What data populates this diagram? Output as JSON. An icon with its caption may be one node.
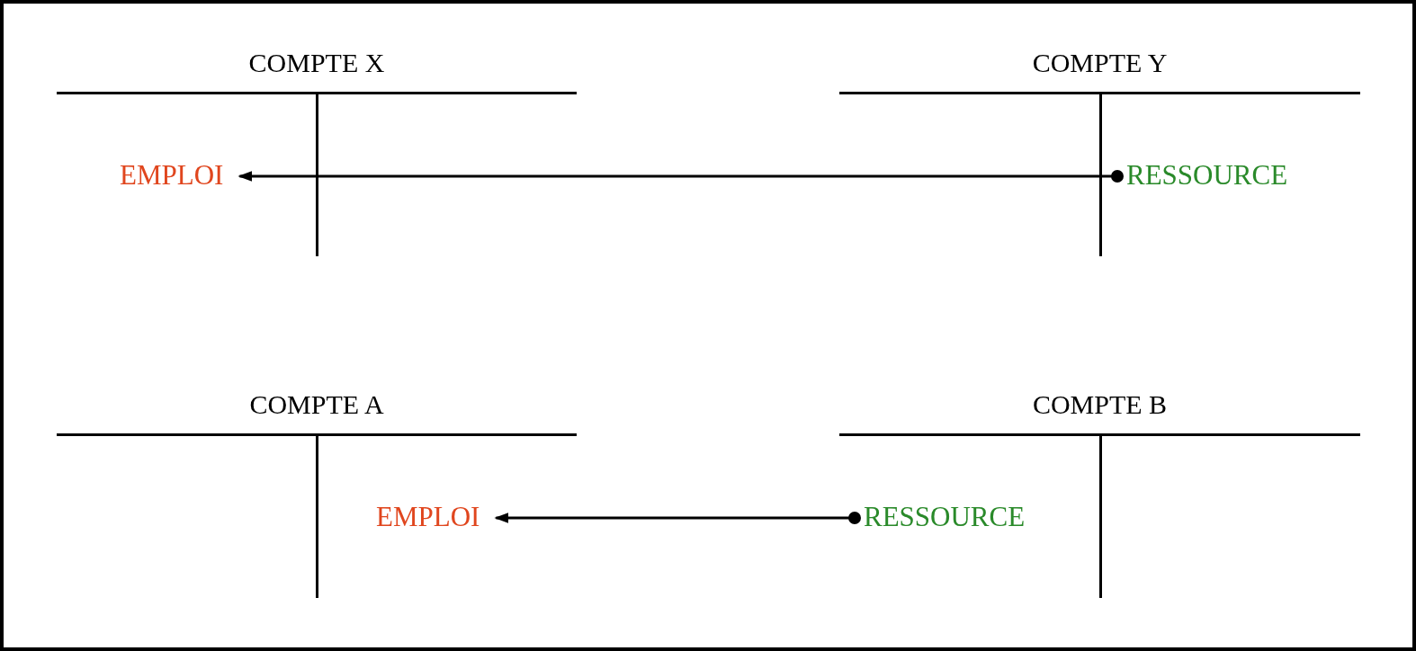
{
  "diagram": {
    "nodes": [
      {
        "text": [
          "COMPTE X"
        ]
      },
      {
        "text": [
          "EMPLOI"
        ],
        "in": 0
      },
      {
        "text": [
          "COMPTE Y"
        ]
      },
      {
        "text": [
          "RESSOURCE"
        ],
        "in": 2
      },
      {
        "text": [
          "COMPTE A"
        ]
      },
      {
        "text": [
          "EMPLOI"
        ],
        "in": 4
      },
      {
        "text": [
          "COMPTE B"
        ]
      },
      {
        "text": [
          "RESSOURCE"
        ],
        "in": 6
      }
    ],
    "edges": [
      {
        "from": 3,
        "to": 1,
        "arrow": "to"
      },
      {
        "from": 7,
        "to": 5,
        "arrow": "to"
      }
    ]
  }
}
